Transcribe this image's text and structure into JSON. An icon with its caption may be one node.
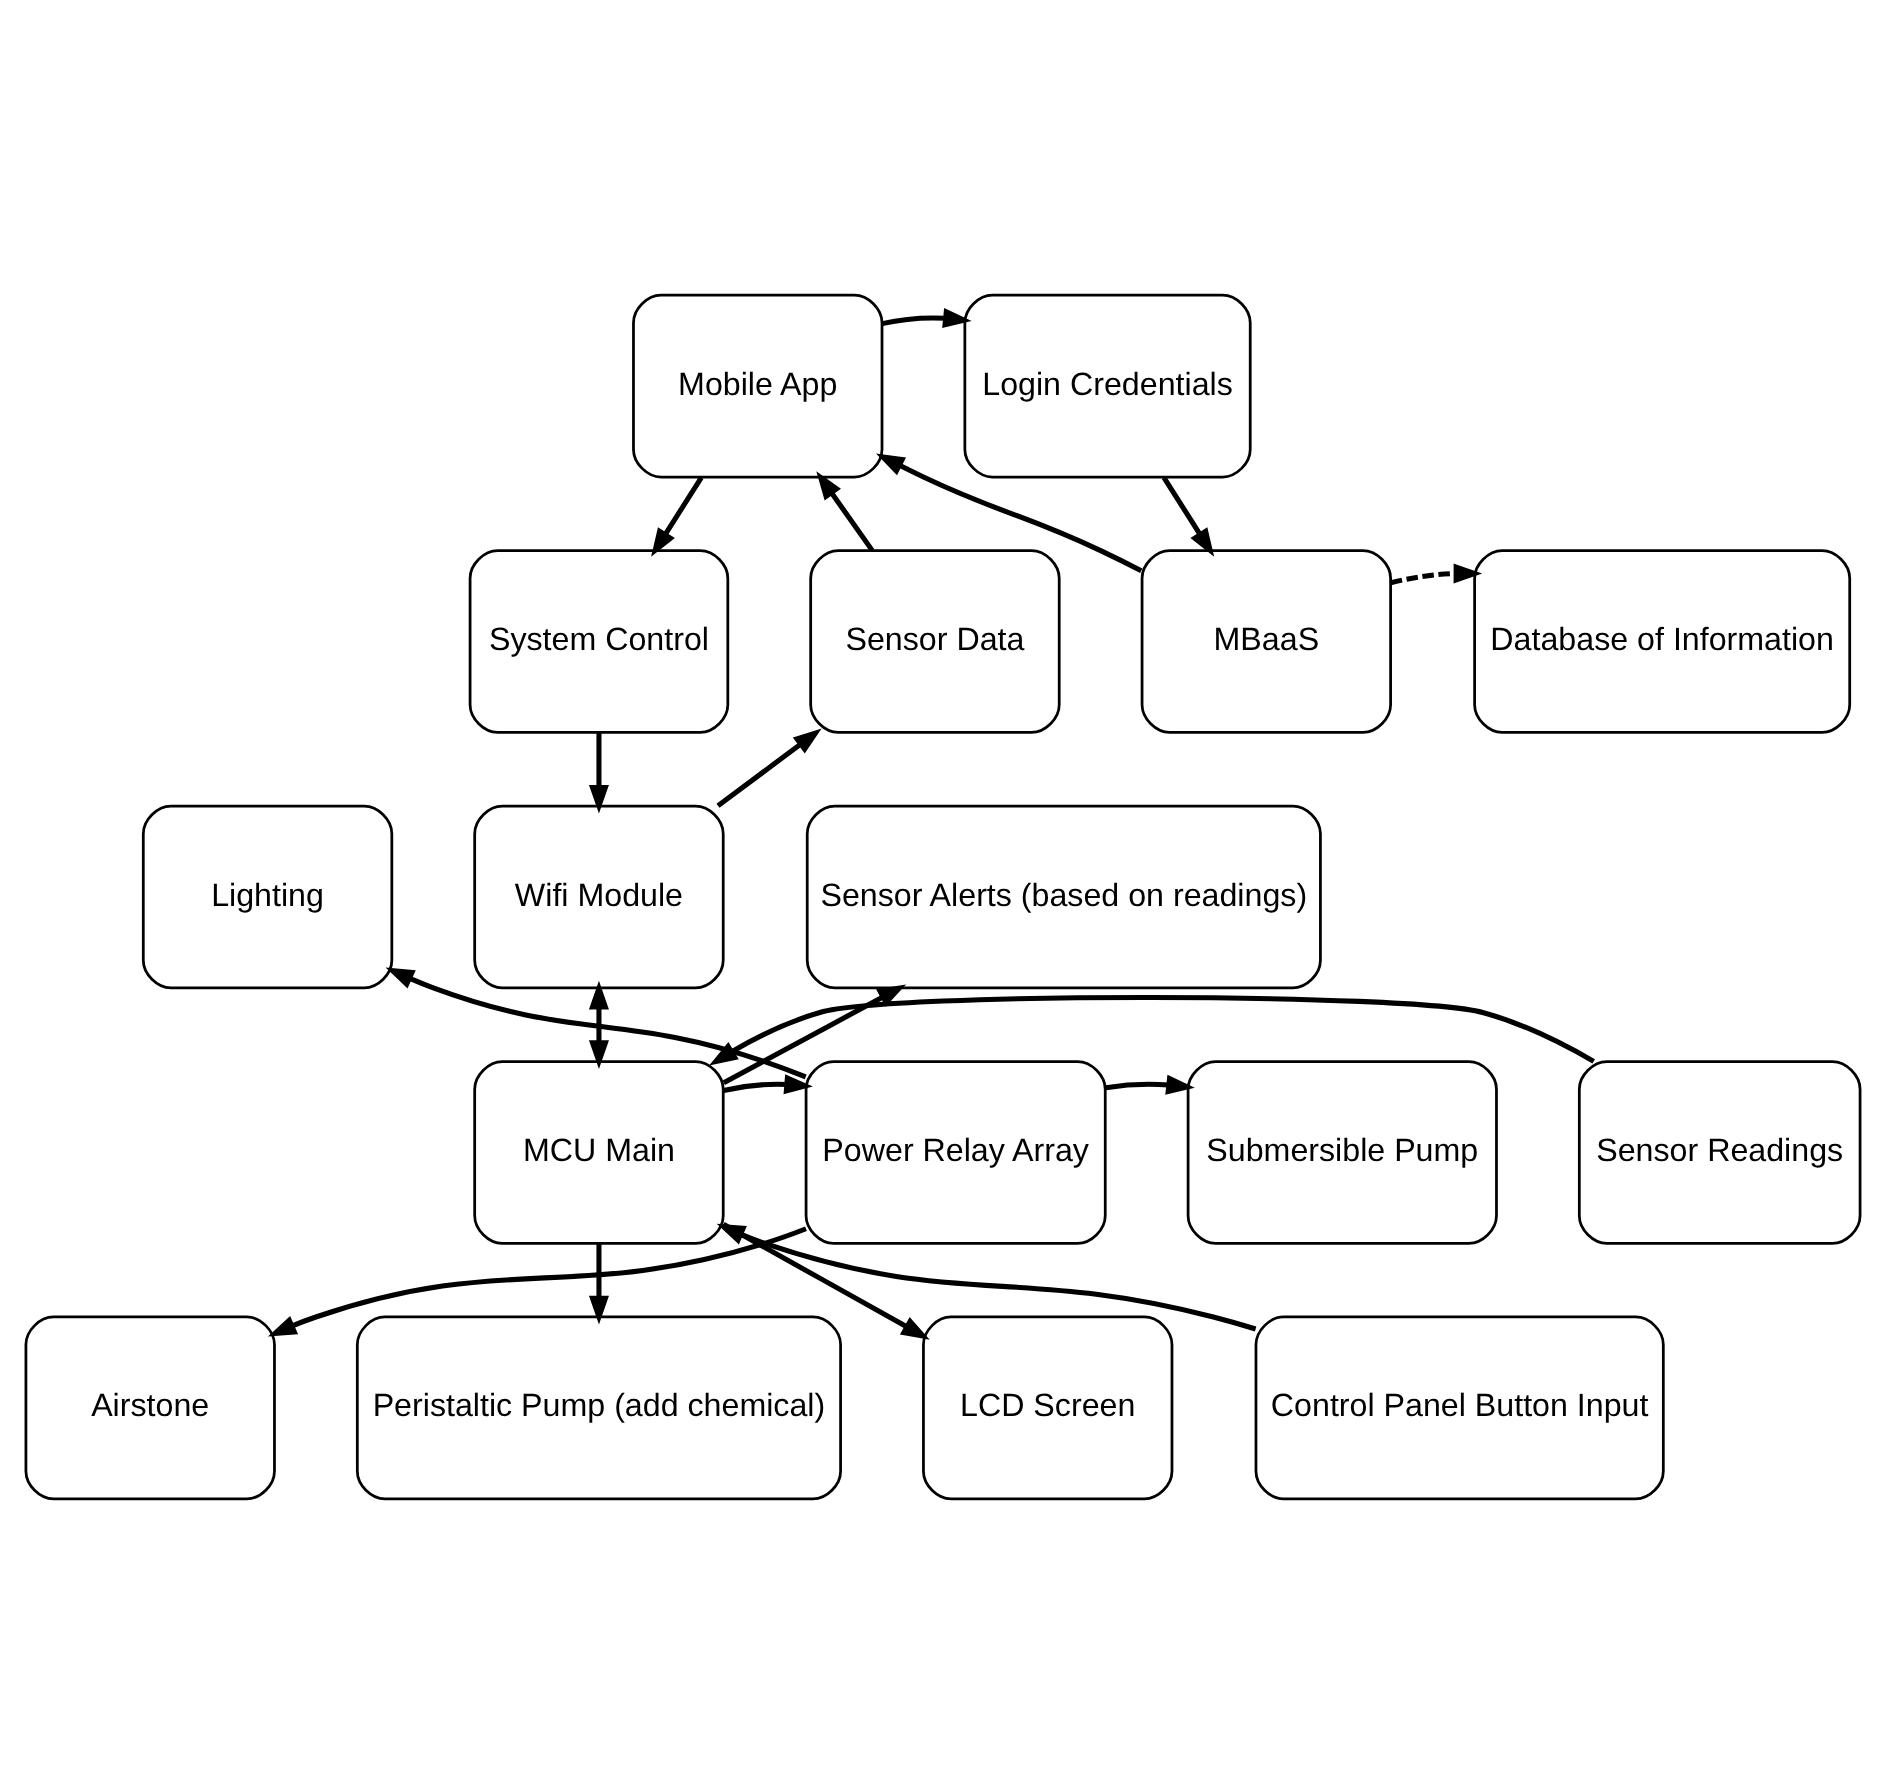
{
  "diagram": {
    "nodes": [
      {
        "text": [
          "Mobile App"
        ]
      },
      {
        "text": [
          "Login Credentials"
        ]
      },
      {
        "text": [
          "System Control"
        ]
      },
      {
        "text": [
          "Sensor Data"
        ]
      },
      {
        "text": [
          "MBaaS"
        ]
      },
      {
        "text": [
          "Database of Information"
        ]
      },
      {
        "text": [
          "Lighting"
        ]
      },
      {
        "text": [
          "Wifi Module"
        ]
      },
      {
        "text": [
          "Sensor Alerts (based on readings)"
        ]
      },
      {
        "text": [
          "Submersible Pump"
        ]
      },
      {
        "text": [
          "Power Relay Array"
        ]
      },
      {
        "text": [
          "MCU Main"
        ]
      },
      {
        "text": [
          "Sensor Readings"
        ]
      },
      {
        "text": [
          "Airstone"
        ]
      },
      {
        "text": [
          "Peristaltic Pump (add chemical)"
        ]
      },
      {
        "text": [
          "LCD Screen"
        ]
      },
      {
        "text": [
          "Control Panel Button Input"
        ]
      }
    ],
    "edges": [
      {
        "from": 0,
        "to": 1,
        "arrow": "to"
      },
      {
        "from": 1,
        "to": 4,
        "arrow": "to"
      },
      {
        "from": 4,
        "to": 0,
        "arrow": "to"
      },
      {
        "from": 0,
        "to": 2,
        "arrow": "to"
      },
      {
        "from": 3,
        "to": 0,
        "arrow": "to"
      },
      {
        "from": 4,
        "to": 5,
        "arrow": "to",
        "style": "dashed"
      },
      {
        "from": 2,
        "to": 7,
        "arrow": "to"
      },
      {
        "from": 7,
        "to": 3,
        "arrow": "to"
      },
      {
        "from": 7,
        "to": 11,
        "arrow": "both"
      },
      {
        "from": 11,
        "to": 8,
        "arrow": "to"
      },
      {
        "from": 12,
        "to": 11,
        "arrow": "to"
      },
      {
        "from": 11,
        "to": 10,
        "arrow": "to"
      },
      {
        "from": 10,
        "to": 6,
        "arrow": "to"
      },
      {
        "from": 10,
        "to": 9,
        "arrow": "to"
      },
      {
        "from": 10,
        "to": 13,
        "arrow": "to"
      },
      {
        "from": 11,
        "to": 14,
        "arrow": "to"
      },
      {
        "from": 11,
        "to": 15,
        "arrow": "to"
      },
      {
        "from": 16,
        "to": 11,
        "arrow": "to"
      }
    ]
  }
}
